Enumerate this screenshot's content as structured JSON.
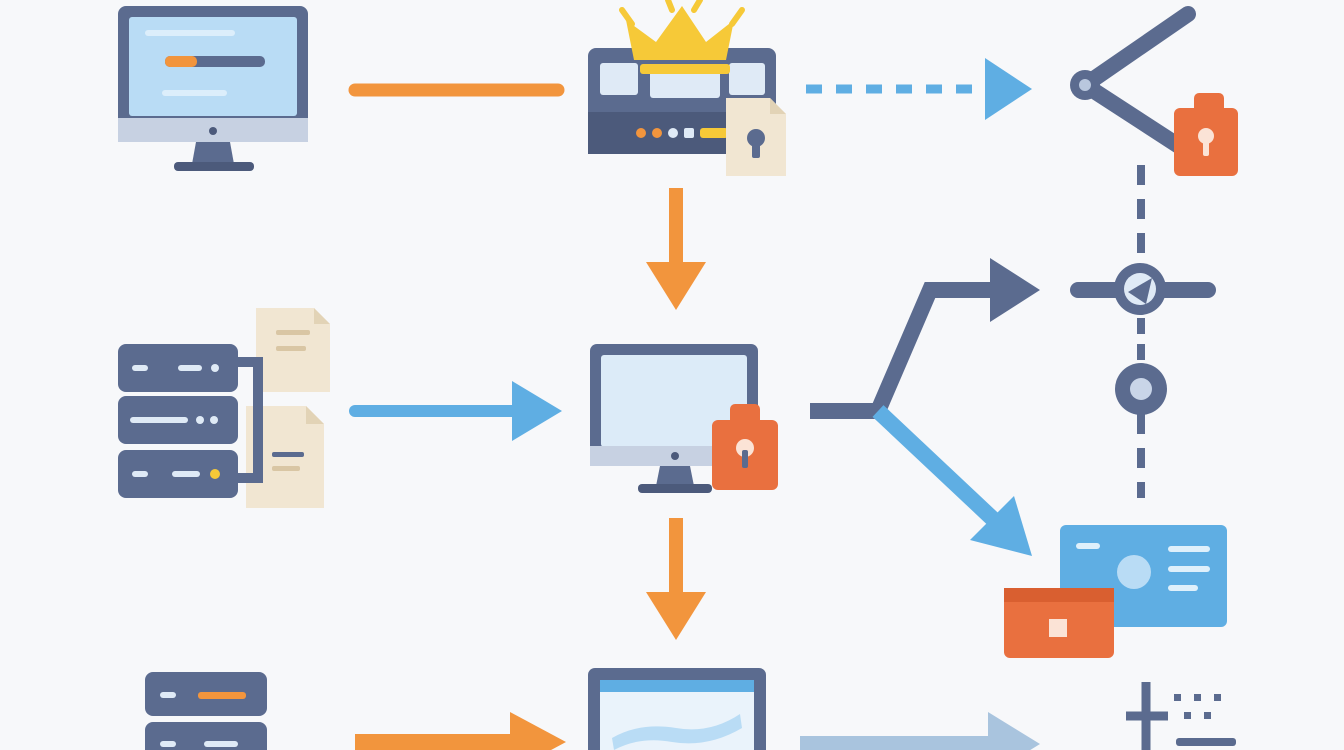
{
  "diagram": {
    "nodes": [
      {
        "id": "desktop-client",
        "icon": "monitor-icon"
      },
      {
        "id": "admin-dashboard",
        "icon": "crown-dashboard-icon"
      },
      {
        "id": "secure-branch",
        "icon": "branch-node-icon"
      },
      {
        "id": "storage-server",
        "icon": "server-rack-icon"
      },
      {
        "id": "secure-workstation",
        "icon": "locked-monitor-icon"
      },
      {
        "id": "routing-hub",
        "icon": "hub-node-icon"
      },
      {
        "id": "data-card",
        "icon": "id-card-icon"
      },
      {
        "id": "small-server",
        "icon": "small-server-icon"
      },
      {
        "id": "browser-window",
        "icon": "browser-window-icon"
      },
      {
        "id": "sparkle-nodes",
        "icon": "sparkle-icon"
      }
    ],
    "edges": [
      {
        "from": "desktop-client",
        "to": "admin-dashboard",
        "style": "solid",
        "color": "orange"
      },
      {
        "from": "admin-dashboard",
        "to": "secure-branch",
        "style": "dashed",
        "color": "blue"
      },
      {
        "from": "admin-dashboard",
        "to": "secure-workstation",
        "style": "solid",
        "color": "orange"
      },
      {
        "from": "storage-server",
        "to": "secure-workstation",
        "style": "solid",
        "color": "blue"
      },
      {
        "from": "secure-workstation",
        "to": "routing-hub",
        "style": "solid",
        "color": "slate"
      },
      {
        "from": "secure-workstation",
        "to": "data-card",
        "style": "solid",
        "color": "blue"
      },
      {
        "from": "secure-branch",
        "to": "routing-hub",
        "style": "dashed",
        "color": "slate"
      },
      {
        "from": "secure-workstation",
        "to": "browser-window",
        "style": "solid",
        "color": "orange"
      },
      {
        "from": "small-server",
        "to": "browser-window",
        "style": "solid",
        "color": "orange"
      },
      {
        "from": "browser-window",
        "to": "sparkle-nodes",
        "style": "solid",
        "color": "light-blue"
      }
    ]
  },
  "colors": {
    "background": "#f7f8fa",
    "slate": "#5b6b8f",
    "slate_dark": "#4c5a7b",
    "orange": "#f2953d",
    "blue": "#5faee3",
    "light_blue": "#a9c4de",
    "screen": "#b9dcf5",
    "lock": "#e9703f",
    "paper": "#f1e6d2",
    "crown": "#f6c938"
  }
}
